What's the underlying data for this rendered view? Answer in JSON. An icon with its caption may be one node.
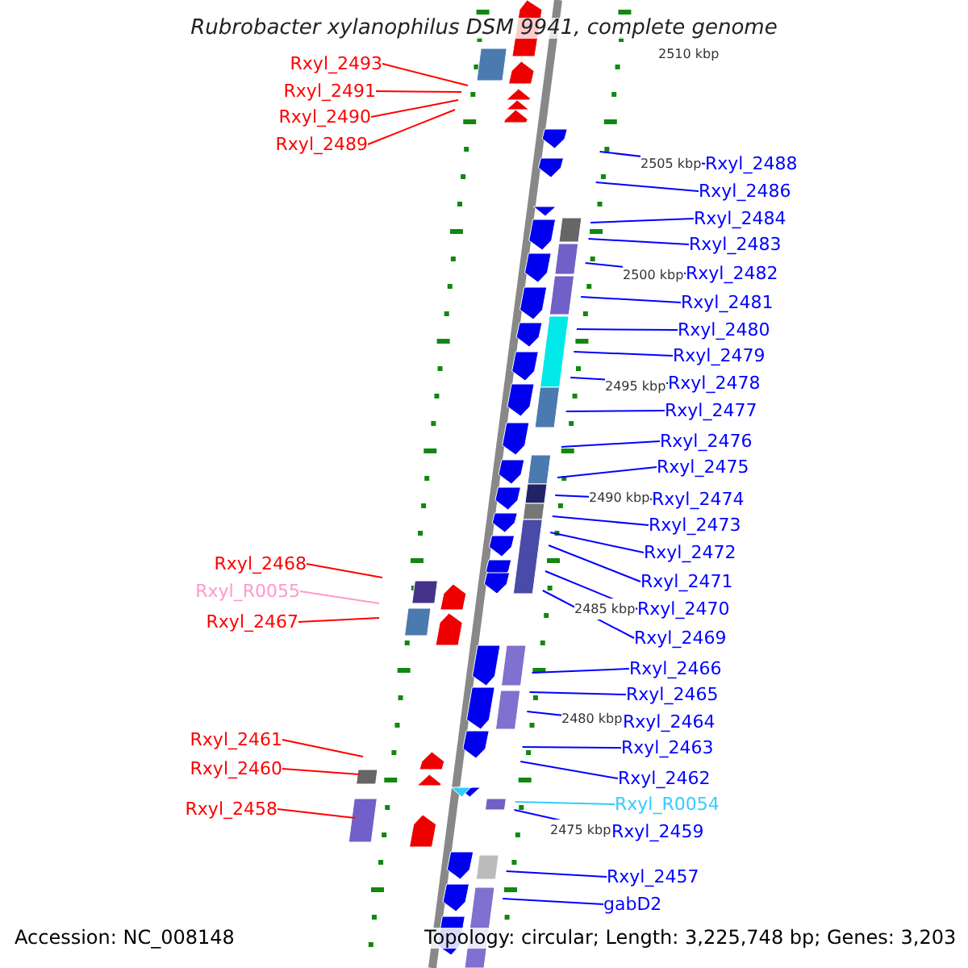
{
  "diagram": {
    "title": "Rubrobacter xylanophilus DSM 9941, complete genome",
    "nodes": [
      {
        "text": [
          "Rxyl_2493"
        ]
      },
      {
        "text": [
          "Rxyl_2491"
        ]
      },
      {
        "text": [
          "Rxyl_2490"
        ]
      },
      {
        "text": [
          "Rxyl_2489"
        ]
      },
      {
        "text": [
          "Rxyl_2488"
        ]
      },
      {
        "text": [
          "Rxyl_2486"
        ]
      },
      {
        "text": [
          "Rxyl_2484"
        ]
      },
      {
        "text": [
          "Rxyl_2483"
        ]
      },
      {
        "text": [
          "Rxyl_2482"
        ]
      },
      {
        "text": [
          "Rxyl_2481"
        ]
      },
      {
        "text": [
          "Rxyl_2480"
        ]
      },
      {
        "text": [
          "Rxyl_2479"
        ]
      },
      {
        "text": [
          "Rxyl_2478"
        ]
      },
      {
        "text": [
          "Rxyl_2477"
        ]
      },
      {
        "text": [
          "Rxyl_2476"
        ]
      },
      {
        "text": [
          "Rxyl_2475"
        ]
      },
      {
        "text": [
          "Rxyl_2474"
        ]
      },
      {
        "text": [
          "Rxyl_2473"
        ]
      },
      {
        "text": [
          "Rxyl_2472"
        ]
      },
      {
        "text": [
          "Rxyl_2471"
        ]
      },
      {
        "text": [
          "Rxyl_2470"
        ]
      },
      {
        "text": [
          "Rxyl_2469"
        ]
      },
      {
        "text": [
          "Rxyl_2468"
        ]
      },
      {
        "text": [
          "Rxyl_R0055"
        ]
      },
      {
        "text": [
          "Rxyl_2467"
        ]
      },
      {
        "text": [
          "Rxyl_2466"
        ]
      },
      {
        "text": [
          "Rxyl_2465"
        ]
      },
      {
        "text": [
          "Rxyl_2464"
        ]
      },
      {
        "text": [
          "Rxyl_2463"
        ]
      },
      {
        "text": [
          "Rxyl_2462"
        ]
      },
      {
        "text": [
          "Rxyl_2461"
        ]
      },
      {
        "text": [
          "Rxyl_2460"
        ]
      },
      {
        "text": [
          "Rxyl_R0054"
        ]
      },
      {
        "text": [
          "Rxyl_2459"
        ]
      },
      {
        "text": [
          "Rxyl_2458"
        ]
      },
      {
        "text": [
          "Rxyl_2457"
        ]
      },
      {
        "text": [
          "gabD2"
        ]
      }
    ],
    "edges": [
      {
        "from": 0,
        "to": null,
        "arrow": "none",
        "color": "#ff0000"
      },
      {
        "from": 1,
        "to": null,
        "arrow": "none",
        "color": "#ff0000"
      },
      {
        "from": 2,
        "to": null,
        "arrow": "none",
        "color": "#ff0000"
      },
      {
        "from": 3,
        "to": null,
        "arrow": "none",
        "color": "#ff0000"
      },
      {
        "from": 4,
        "to": null,
        "arrow": "none"
      },
      {
        "from": 5,
        "to": null,
        "arrow": "none"
      },
      {
        "from": 6,
        "to": null,
        "arrow": "none"
      },
      {
        "from": 7,
        "to": null,
        "arrow": "none"
      },
      {
        "from": 8,
        "to": null,
        "arrow": "none"
      },
      {
        "from": 9,
        "to": null,
        "arrow": "none"
      },
      {
        "from": 10,
        "to": null,
        "arrow": "none"
      },
      {
        "from": 11,
        "to": null,
        "arrow": "none"
      },
      {
        "from": 12,
        "to": null,
        "arrow": "none"
      },
      {
        "from": 13,
        "to": null,
        "arrow": "none"
      },
      {
        "from": 14,
        "to": null,
        "arrow": "none"
      },
      {
        "from": 15,
        "to": null,
        "arrow": "none"
      },
      {
        "from": 16,
        "to": null,
        "arrow": "none"
      },
      {
        "from": 17,
        "to": null,
        "arrow": "none"
      },
      {
        "from": 18,
        "to": null,
        "arrow": "none"
      },
      {
        "from": 19,
        "to": null,
        "arrow": "none"
      },
      {
        "from": 20,
        "to": null,
        "arrow": "none"
      },
      {
        "from": 21,
        "to": null,
        "arrow": "none"
      },
      {
        "from": 22,
        "to": null,
        "arrow": "none",
        "color": "#ff0000"
      },
      {
        "from": 23,
        "to": null,
        "arrow": "none",
        "color": "#ff99cc"
      },
      {
        "from": 24,
        "to": null,
        "arrow": "none",
        "color": "#ff0000"
      },
      {
        "from": 25,
        "to": null,
        "arrow": "none"
      },
      {
        "from": 26,
        "to": null,
        "arrow": "none"
      },
      {
        "from": 27,
        "to": null,
        "arrow": "none"
      },
      {
        "from": 28,
        "to": null,
        "arrow": "none"
      },
      {
        "from": 29,
        "to": null,
        "arrow": "none"
      },
      {
        "from": 30,
        "to": null,
        "arrow": "none",
        "color": "#ff0000"
      },
      {
        "from": 31,
        "to": null,
        "arrow": "none",
        "color": "#ff0000"
      },
      {
        "from": 32,
        "to": null,
        "arrow": "none",
        "color": "#33ccff"
      },
      {
        "from": 33,
        "to": null,
        "arrow": "none"
      },
      {
        "from": 34,
        "to": null,
        "arrow": "none",
        "color": "#ff0000"
      },
      {
        "from": 35,
        "to": null,
        "arrow": "none"
      },
      {
        "from": 36,
        "to": null,
        "arrow": "none"
      }
    ],
    "labels": [
      "2510 kbp",
      "2505 kbp",
      "2500 kbp",
      "2495 kbp",
      "2490 kbp",
      "2485 kbp",
      "2480 kbp",
      "2475 kbp",
      "Accession: NC_008148",
      "Topology: circular; Length: 3,225,748 bp; Genes: 3,203"
    ]
  }
}
